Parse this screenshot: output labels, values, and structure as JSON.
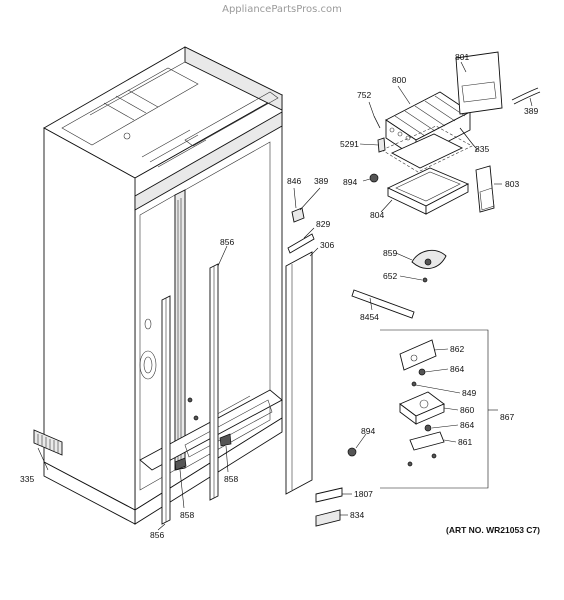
{
  "site_watermark": "AppliancePartsPros.com",
  "art_number": "(ART NO. WR21053 C7)",
  "callouts": {
    "c801": "801",
    "c389a": "389",
    "c800": "800",
    "c752": "752",
    "c5291": "5291",
    "c835": "835",
    "c894a": "894",
    "c803": "803",
    "c804": "804",
    "c846": "846",
    "c389b": "389",
    "c829": "829",
    "c856a": "856",
    "c306": "306",
    "c859": "859",
    "c652": "652",
    "c8454": "8454",
    "c862": "862",
    "c864a": "864",
    "c849": "849",
    "c860": "860",
    "c864b": "864",
    "c861": "861",
    "c867": "867",
    "c894b": "894",
    "c335": "335",
    "c858a": "858",
    "c858b": "858",
    "c856b": "856",
    "c1807": "1807",
    "c834": "834"
  }
}
